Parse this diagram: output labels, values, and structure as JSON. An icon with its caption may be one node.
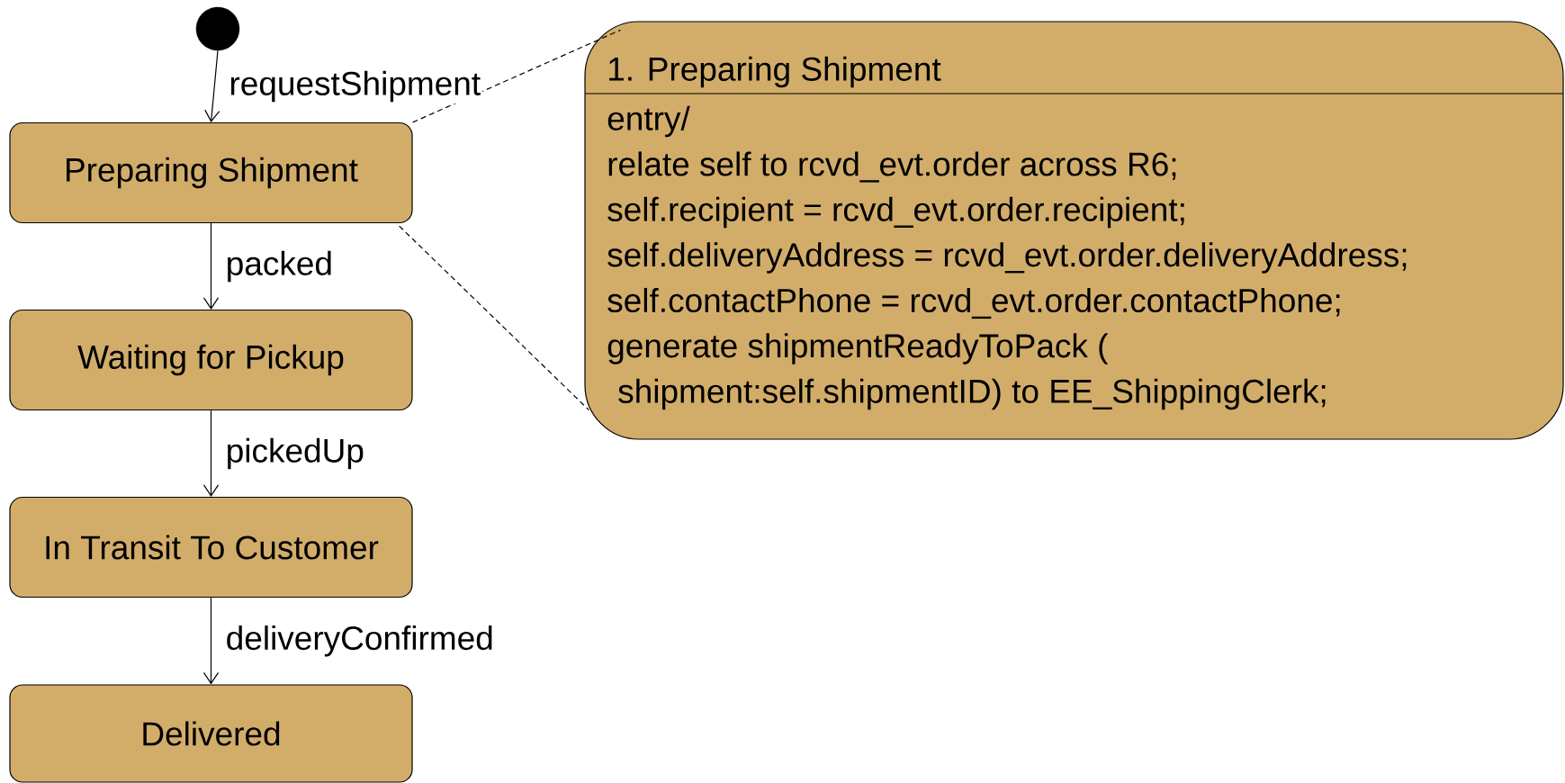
{
  "diagram": {
    "nodes": [
      {
        "text": [],
        "shape": "circle"
      },
      {
        "text": [
          "Preparing Shipment"
        ]
      },
      {
        "text": [
          "Waiting for Pickup"
        ]
      },
      {
        "text": [
          "In Transit To Customer"
        ]
      },
      {
        "text": [
          "Delivered"
        ]
      },
      {
        "text": [
          "1. Preparing Shipment",
          "entry/",
          "relate self to rcvd_evt.order across R6;",
          "self.recipient = rcvd_evt.order.recipient;",
          "self.deliveryAddress = rcvd_evt.order.deliveryAddress;",
          "self.contactPhone = rcvd_evt.order.contactPhone;",
          "generate shipmentReadyToPack (",
          "shipment:self.shipmentID) to EE_ShippingClerk;"
        ]
      }
    ],
    "edges": [
      {
        "from": 0,
        "to": 1,
        "arrow": "to",
        "label": "requestShipment"
      },
      {
        "from": 1,
        "to": 2,
        "arrow": "to",
        "label": "packed"
      },
      {
        "from": 2,
        "to": 3,
        "arrow": "to",
        "label": "pickedUp"
      },
      {
        "from": 3,
        "to": 4,
        "arrow": "to",
        "label": "deliveryConfirmed"
      },
      {
        "from": 1,
        "to": 5,
        "arrow": "none",
        "style": "dashed"
      },
      {
        "from": 1,
        "to": 5,
        "arrow": "none",
        "style": "dashed"
      }
    ]
  }
}
